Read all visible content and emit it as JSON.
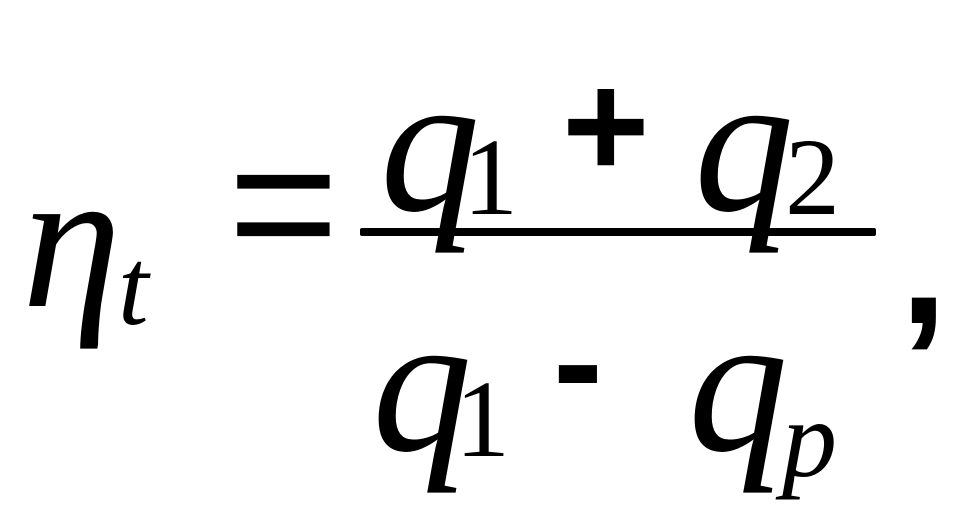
{
  "formula": {
    "lhs": {
      "symbol": "η",
      "subscript": "t"
    },
    "equals": "=",
    "numerator": {
      "term1": {
        "symbol": "q",
        "subscript": "1"
      },
      "operator": "+",
      "term2": {
        "symbol": "q",
        "subscript": "2"
      }
    },
    "denominator": {
      "term1": {
        "symbol": "q",
        "subscript": "1"
      },
      "operator": "-",
      "term2": {
        "symbol": "q",
        "subscript": "p"
      }
    },
    "trailing": ","
  }
}
